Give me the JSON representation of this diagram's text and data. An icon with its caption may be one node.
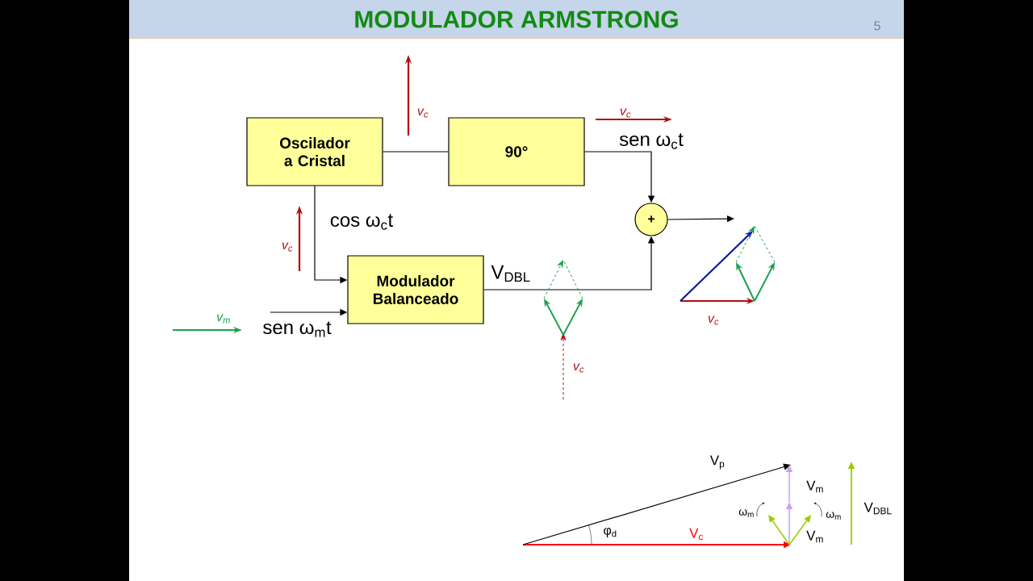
{
  "diagram": {
    "title": "MODULADOR ARMSTRONG",
    "nodes": [
      {
        "text": [
          "Oscilador a Cristal"
        ]
      },
      {
        "text": [
          "90°"
        ]
      },
      {
        "text": [
          "Modulador Balanceado"
        ]
      },
      {
        "text": [
          "+"
        ]
      }
    ],
    "edges": [
      {
        "from": 0,
        "to": 1,
        "arrow": "none"
      },
      {
        "from": 0,
        "to": 2,
        "arrow": "to",
        "label": "cos ω$_{c}$t"
      },
      {
        "from": 1,
        "to": 3,
        "arrow": "to",
        "label": "sen ω$_{c}$t"
      },
      {
        "from": 2,
        "to": 3,
        "arrow": "to",
        "label": "V$_{DBL}$"
      },
      {
        "from": null,
        "to": 2,
        "arrow": "to",
        "label": "sen ω$_{m}$t"
      },
      {
        "from": 3,
        "to": null,
        "arrow": "to"
      }
    ],
    "labels": [
      "5",
      "v$_{c}$",
      "v$_{c}$",
      "v$_{c}$",
      "v$_{m}$",
      "v$_{c}$",
      "v$_{c}$",
      "V$_{p}$",
      "V$_{m}$",
      "ω$_{m}$",
      "ω$_{m}$",
      "φ$_{d}$",
      "V$_{c}$",
      "V$_{m}$",
      "V$_{DBL}$"
    ]
  }
}
